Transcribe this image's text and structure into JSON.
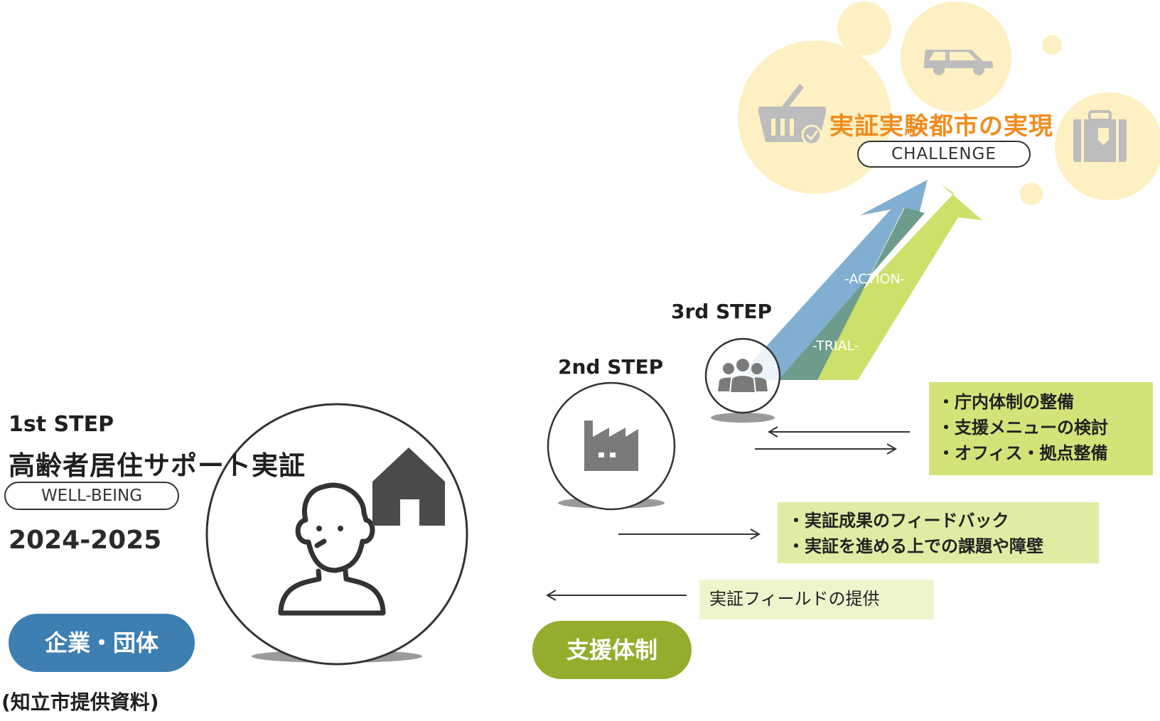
{
  "step1": {
    "label": "1st STEP",
    "title": "高齢者居住サポート実証",
    "tag": "WELL-BEING",
    "years": "2024-2025"
  },
  "step2": {
    "label": "2nd STEP"
  },
  "step3": {
    "label": "3rd STEP"
  },
  "goal": {
    "title": "実証実験都市の実現",
    "tag": "CHALLENGE"
  },
  "arrows": {
    "action": "-ACTION-",
    "trial": "-TRIAL-"
  },
  "boxes": {
    "internal": [
      "・庁内体制の整備",
      "・支援メニューの検討",
      "・オフィス・拠点整備"
    ],
    "feedback": [
      "・実証成果のフィードバック",
      "・実証を進める上での課題や障壁"
    ],
    "field": "実証フィールドの提供"
  },
  "buttons": {
    "companies": "企業・団体",
    "support": "支援体制"
  },
  "source": "(知立市提供資料)",
  "colors": {
    "blue_pill": "#3d7fb1",
    "green_pill": "#94ad2c",
    "goal_text": "#f08c1e",
    "bubble": "#fdf0c2",
    "arrow_blue": "#7aabd0",
    "arrow_green": "#cde06a",
    "arrow_overlap": "#6e9c8c"
  },
  "icons": [
    "person-icon",
    "house-icon",
    "factory-icon",
    "group-icon",
    "basket-icon",
    "car-icon",
    "suitcase-icon"
  ]
}
